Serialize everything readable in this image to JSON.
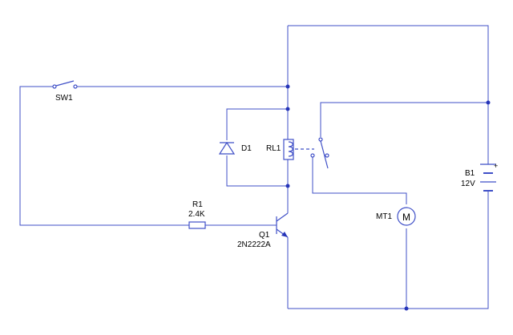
{
  "components": {
    "switch": {
      "ref": "SW1"
    },
    "resistor": {
      "ref": "R1",
      "value": "2.4K"
    },
    "transistor": {
      "ref": "Q1",
      "value": "2N2222A"
    },
    "diode": {
      "ref": "D1"
    },
    "relay": {
      "ref": "RL1"
    },
    "motor": {
      "ref": "MT1",
      "symbol": "M"
    },
    "battery": {
      "ref": "B1",
      "value": "12V",
      "plus_sign": "+"
    }
  },
  "colors": {
    "wire": "#3f4fc7",
    "junction": "#2534b8",
    "text": "#000000",
    "background": "#ffffff"
  }
}
